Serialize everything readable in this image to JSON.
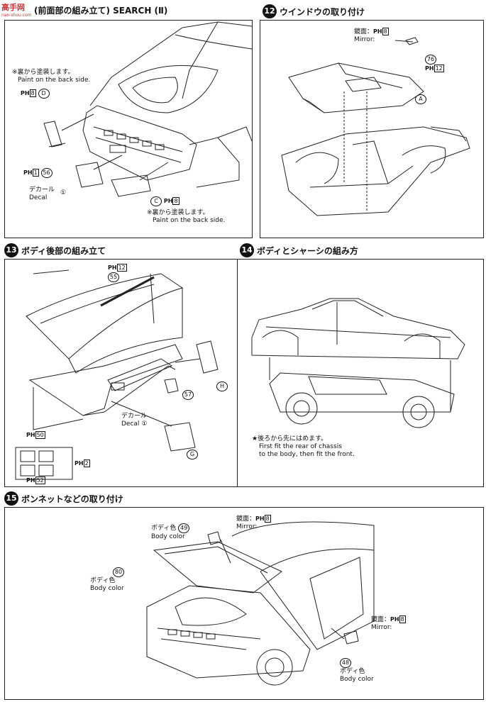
{
  "watermark": {
    "name": "高手网",
    "url": "nan-shou.com"
  },
  "step11": {
    "title": "(前面部の組み立て) SEARCH (Ⅱ)",
    "note1_jp": "※裏から塗装します。",
    "note1_en": "Paint on the back side.",
    "part_ph8": "8",
    "part_d": "D",
    "part_ph1": "1",
    "part_56": "56",
    "decal_jp": "デカール",
    "decal_en": "Decal",
    "decal_num": "①",
    "part_c": "C",
    "part_ph8b": "8",
    "note2_jp": "※裏から塗装します。",
    "note2_en": "Paint on the back side."
  },
  "step12": {
    "num": "12",
    "title": "ウインドウの取り付け",
    "mirror_jp": "鏡面：",
    "mirror_en": "Mirror:",
    "ph8": "8",
    "part_76": "76",
    "ph12": "12",
    "part_a": "A"
  },
  "step13": {
    "num": "13",
    "title": "ボディ後部の組み立て",
    "ph12": "12",
    "part_55": "55",
    "part_h": "H",
    "part_57": "57",
    "decal_jp": "デカール",
    "decal_en": "Decal",
    "decal_num": "①",
    "part_g": "G",
    "ph50": "50",
    "ph2": "2",
    "ph52": "52"
  },
  "step14": {
    "num": "14",
    "title": "ボディとシャーシの組み方",
    "note_jp": "★後ろから先にはめます。",
    "note_en1": "First fit the rear of chassis",
    "note_en2": "to the body, then fit the front."
  },
  "step15": {
    "num": "15",
    "title": "ボンネットなどの取り付け",
    "body_color_jp": "ボディ色",
    "body_color_en": "Body color",
    "part_49": "49",
    "mirror_jp": "鏡面：",
    "mirror_en": "Mirror:",
    "ph8": "8",
    "part_80": "80",
    "part_48": "48",
    "ph8b": "8"
  },
  "ph_prefix": "PH"
}
